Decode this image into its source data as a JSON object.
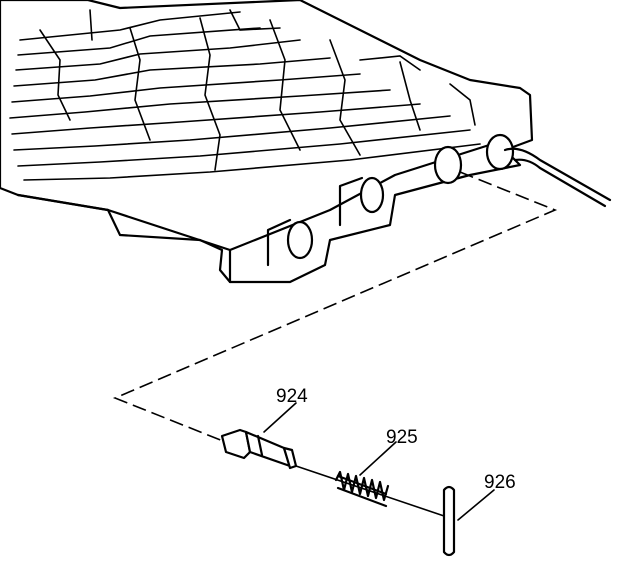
{
  "callouts": [
    {
      "id": "valve",
      "label": "924"
    },
    {
      "id": "spring",
      "label": "925"
    },
    {
      "id": "pin",
      "label": "926"
    }
  ]
}
